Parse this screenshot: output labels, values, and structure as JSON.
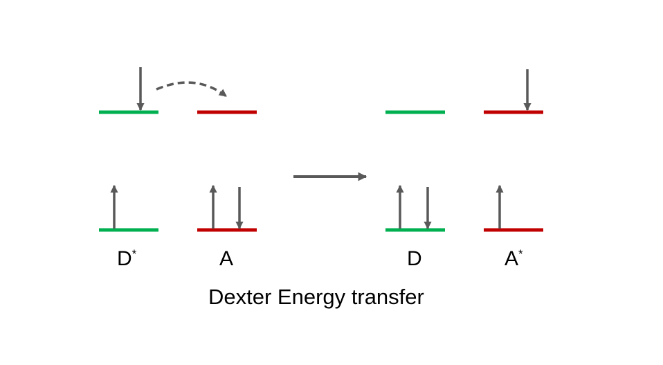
{
  "title": "Dexter Energy transfer",
  "colors": {
    "donor_level": "#00b050",
    "acceptor_level": "#c00000",
    "arrow": "#595959",
    "text": "#000000"
  },
  "states": {
    "donor_excited": {
      "letter": "D",
      "mark": "*"
    },
    "acceptor_ground": {
      "letter": "A",
      "mark": ""
    },
    "donor_ground": {
      "letter": "D",
      "mark": ""
    },
    "acceptor_excited": {
      "letter": "A",
      "mark": "*"
    }
  }
}
